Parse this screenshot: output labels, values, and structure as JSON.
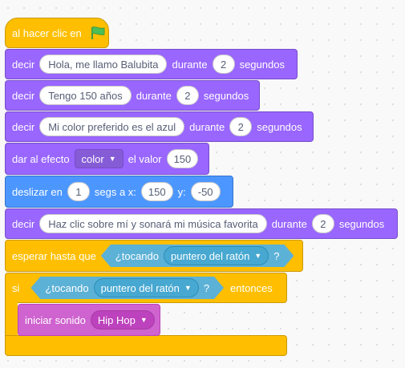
{
  "colors": {
    "events": "#ffbf00",
    "looks": "#9966ff",
    "motion": "#4c97ff",
    "control": "#ffbf00",
    "sound": "#cf63cf",
    "sensing": "#5cb1d6"
  },
  "hat": {
    "label": "al hacer clic en",
    "icon": "green-flag-icon"
  },
  "blocks": [
    {
      "verb": "decir",
      "message": "Hola, me llamo Balubita",
      "mid": "durante",
      "secs": "2",
      "unit": "segundos"
    },
    {
      "verb": "decir",
      "message": "Tengo 150 años",
      "mid": "durante",
      "secs": "2",
      "unit": "segundos"
    },
    {
      "verb": "decir",
      "message": "Mi color preferido es el azul",
      "mid": "durante",
      "secs": "2",
      "unit": "segundos"
    }
  ],
  "effect": {
    "label": "dar al efecto",
    "effect": "color",
    "mid": "el valor",
    "value": "150"
  },
  "glide": {
    "label": "deslizar en",
    "secs": "1",
    "mid": "segs a x:",
    "x": "150",
    "ylabel": "y:",
    "y": "-50"
  },
  "say4": {
    "verb": "decir",
    "message": "Haz clic sobre mí y sonará mi música favorita",
    "mid": "durante",
    "secs": "2",
    "unit": "segundos"
  },
  "wait": {
    "label": "esperar hasta que",
    "sense": "¿tocando",
    "target": "puntero del ratón",
    "q": "?"
  },
  "ifblock": {
    "label": "si",
    "sense": "¿tocando",
    "target": "puntero del ratón",
    "q": "?",
    "then": "entonces"
  },
  "sound": {
    "label": "iniciar sonido",
    "name": "Hip Hop"
  }
}
